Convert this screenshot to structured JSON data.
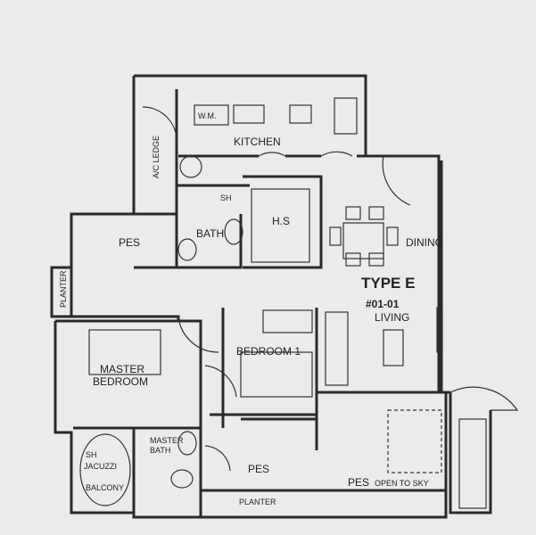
{
  "plan": {
    "unit_type": "TYPE E",
    "unit_number": "#01-01",
    "rooms": {
      "kitchen": "KITCHEN",
      "washing_machine": "W.M.",
      "ac_ledge": "A/C LEDGE",
      "shower": "SH",
      "household_shelter": "H.S",
      "bath": "BATH",
      "pes_top": "PES",
      "dining": "DINING",
      "living": "LIVING",
      "planter_left": "PLANTER",
      "master_bedroom_1": "MASTER",
      "master_bedroom_2": "BEDROOM",
      "bedroom_1": "BEDROOM 1",
      "jacuzzi_1": "SH",
      "jacuzzi_2": "JACUZZI",
      "balcony": "BALCONY",
      "master_bath_1": "MASTER",
      "master_bath_2": "BATH",
      "pes_bottom": "PES",
      "pes_open": "PES",
      "open_to_sky": "OPEN TO SKY",
      "planter_bottom": "PLANTER"
    }
  }
}
